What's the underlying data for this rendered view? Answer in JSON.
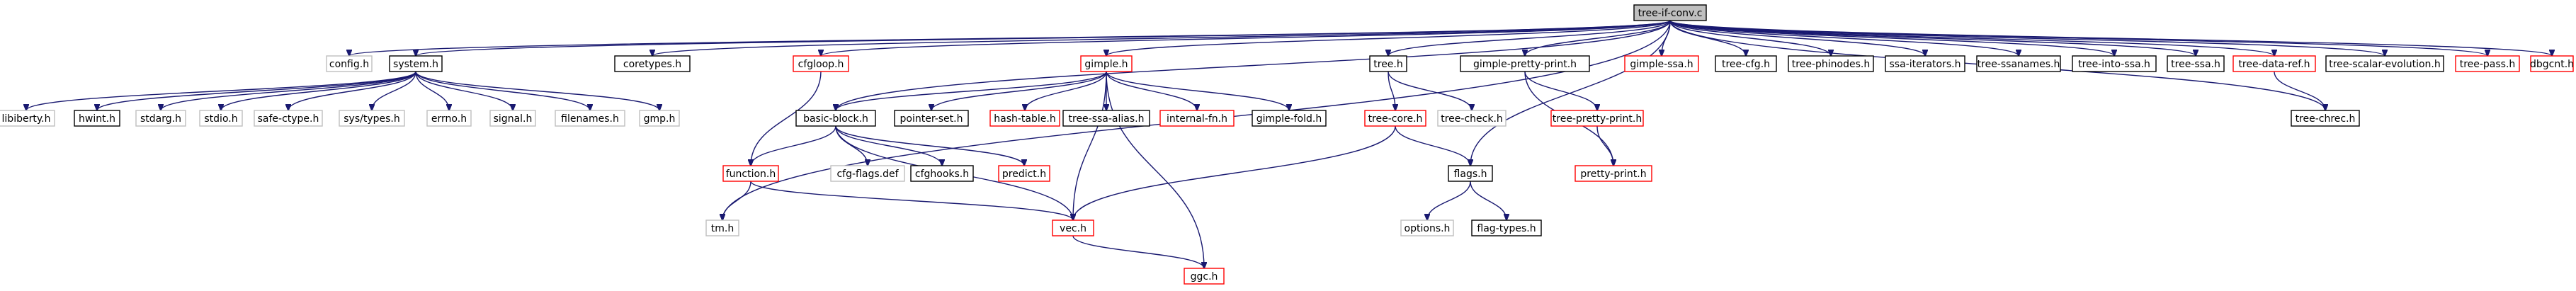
{
  "diagram": {
    "nodes": [
      {
        "id": "root",
        "label": "tree-if-conv.c",
        "kind": "root"
      },
      {
        "id": "config",
        "label": "config.h",
        "kind": "missing"
      },
      {
        "id": "system",
        "label": "system.h",
        "kind": "black"
      },
      {
        "id": "coretypes",
        "label": "coretypes.h",
        "kind": "black"
      },
      {
        "id": "cfgloop",
        "label": "cfgloop.h",
        "kind": "red"
      },
      {
        "id": "gimple",
        "label": "gimple.h",
        "kind": "red"
      },
      {
        "id": "tree",
        "label": "tree.h",
        "kind": "black"
      },
      {
        "id": "gpp",
        "label": "gimple-pretty-print.h",
        "kind": "black"
      },
      {
        "id": "gssa",
        "label": "gimple-ssa.h",
        "kind": "red"
      },
      {
        "id": "tcfg",
        "label": "tree-cfg.h",
        "kind": "black"
      },
      {
        "id": "phinodes",
        "label": "tree-phinodes.h",
        "kind": "black"
      },
      {
        "id": "ssait",
        "label": "ssa-iterators.h",
        "kind": "black"
      },
      {
        "id": "ssanames",
        "label": "tree-ssanames.h",
        "kind": "black"
      },
      {
        "id": "intossa",
        "label": "tree-into-ssa.h",
        "kind": "black"
      },
      {
        "id": "tssa",
        "label": "tree-ssa.h",
        "kind": "black"
      },
      {
        "id": "dataref",
        "label": "tree-data-ref.h",
        "kind": "red"
      },
      {
        "id": "scev",
        "label": "tree-scalar-evolution.h",
        "kind": "black"
      },
      {
        "id": "tpass",
        "label": "tree-pass.h",
        "kind": "red"
      },
      {
        "id": "dbgcnt",
        "label": "dbgcnt.h",
        "kind": "red"
      },
      {
        "id": "libiberty",
        "label": "libiberty.h",
        "kind": "missing"
      },
      {
        "id": "hwint",
        "label": "hwint.h",
        "kind": "black"
      },
      {
        "id": "stdarg",
        "label": "stdarg.h",
        "kind": "missing"
      },
      {
        "id": "stdio",
        "label": "stdio.h",
        "kind": "missing"
      },
      {
        "id": "safectype",
        "label": "safe-ctype.h",
        "kind": "missing"
      },
      {
        "id": "systypes",
        "label": "sys/types.h",
        "kind": "missing"
      },
      {
        "id": "errno",
        "label": "errno.h",
        "kind": "missing"
      },
      {
        "id": "signal",
        "label": "signal.h",
        "kind": "missing"
      },
      {
        "id": "filenames",
        "label": "filenames.h",
        "kind": "missing"
      },
      {
        "id": "gmp",
        "label": "gmp.h",
        "kind": "missing"
      },
      {
        "id": "bb",
        "label": "basic-block.h",
        "kind": "black"
      },
      {
        "id": "pointerset",
        "label": "pointer-set.h",
        "kind": "black"
      },
      {
        "id": "hashtable",
        "label": "hash-table.h",
        "kind": "red"
      },
      {
        "id": "ssaalias",
        "label": "tree-ssa-alias.h",
        "kind": "black"
      },
      {
        "id": "internalfn",
        "label": "internal-fn.h",
        "kind": "red"
      },
      {
        "id": "gfold",
        "label": "gimple-fold.h",
        "kind": "black"
      },
      {
        "id": "treecore",
        "label": "tree-core.h",
        "kind": "red"
      },
      {
        "id": "treecheck",
        "label": "tree-check.h",
        "kind": "missing"
      },
      {
        "id": "tpp",
        "label": "tree-pretty-print.h",
        "kind": "red"
      },
      {
        "id": "chrec",
        "label": "tree-chrec.h",
        "kind": "black"
      },
      {
        "id": "function",
        "label": "function.h",
        "kind": "red"
      },
      {
        "id": "cfgflags",
        "label": "cfg-flags.def",
        "kind": "missing"
      },
      {
        "id": "cfghooks",
        "label": "cfghooks.h",
        "kind": "black"
      },
      {
        "id": "predict",
        "label": "predict.h",
        "kind": "red"
      },
      {
        "id": "flags",
        "label": "flags.h",
        "kind": "black"
      },
      {
        "id": "prettyprint",
        "label": "pretty-print.h",
        "kind": "red"
      },
      {
        "id": "tm",
        "label": "tm.h",
        "kind": "missing"
      },
      {
        "id": "vec",
        "label": "vec.h",
        "kind": "red"
      },
      {
        "id": "options",
        "label": "options.h",
        "kind": "missing"
      },
      {
        "id": "flagtypes",
        "label": "flag-types.h",
        "kind": "black"
      },
      {
        "id": "ggc",
        "label": "ggc.h",
        "kind": "red"
      }
    ],
    "edges": [
      [
        "root",
        "config"
      ],
      [
        "root",
        "system"
      ],
      [
        "root",
        "coretypes"
      ],
      [
        "root",
        "cfgloop"
      ],
      [
        "root",
        "gimple"
      ],
      [
        "root",
        "tree"
      ],
      [
        "root",
        "gpp"
      ],
      [
        "root",
        "gssa"
      ],
      [
        "root",
        "tcfg"
      ],
      [
        "root",
        "phinodes"
      ],
      [
        "root",
        "ssait"
      ],
      [
        "root",
        "ssanames"
      ],
      [
        "root",
        "intossa"
      ],
      [
        "root",
        "tssa"
      ],
      [
        "root",
        "dataref"
      ],
      [
        "root",
        "scev"
      ],
      [
        "root",
        "tpass"
      ],
      [
        "root",
        "dbgcnt"
      ],
      [
        "root",
        "tm"
      ],
      [
        "root",
        "bb"
      ],
      [
        "root",
        "flags"
      ],
      [
        "root",
        "chrec"
      ],
      [
        "system",
        "libiberty"
      ],
      [
        "system",
        "hwint"
      ],
      [
        "system",
        "stdarg"
      ],
      [
        "system",
        "stdio"
      ],
      [
        "system",
        "safectype"
      ],
      [
        "system",
        "systypes"
      ],
      [
        "system",
        "errno"
      ],
      [
        "system",
        "signal"
      ],
      [
        "system",
        "filenames"
      ],
      [
        "system",
        "gmp"
      ],
      [
        "cfgloop",
        "function"
      ],
      [
        "gimple",
        "bb"
      ],
      [
        "gimple",
        "pointerset"
      ],
      [
        "gimple",
        "hashtable"
      ],
      [
        "gimple",
        "ssaalias"
      ],
      [
        "gimple",
        "internalfn"
      ],
      [
        "gimple",
        "gfold"
      ],
      [
        "gimple",
        "vec"
      ],
      [
        "gimple",
        "ggc"
      ],
      [
        "tree",
        "treecore"
      ],
      [
        "tree",
        "treecheck"
      ],
      [
        "gpp",
        "tpp"
      ],
      [
        "gpp",
        "prettyprint"
      ],
      [
        "tpp",
        "prettyprint"
      ],
      [
        "dataref",
        "chrec"
      ],
      [
        "bb",
        "function"
      ],
      [
        "bb",
        "cfgflags"
      ],
      [
        "bb",
        "cfghooks"
      ],
      [
        "bb",
        "predict"
      ],
      [
        "bb",
        "vec"
      ],
      [
        "function",
        "tm"
      ],
      [
        "function",
        "vec"
      ],
      [
        "treecore",
        "flags"
      ],
      [
        "treecore",
        "vec"
      ],
      [
        "flags",
        "options"
      ],
      [
        "flags",
        "flagtypes"
      ],
      [
        "vec",
        "ggc"
      ]
    ]
  },
  "colors": {
    "edge": "#191970",
    "root_fill": "#bfbfbf",
    "black_border": "#000000",
    "red_border": "#ff0000",
    "missing_border": "#bfbfbf",
    "text": "#000000",
    "missing_text": "#000000"
  }
}
